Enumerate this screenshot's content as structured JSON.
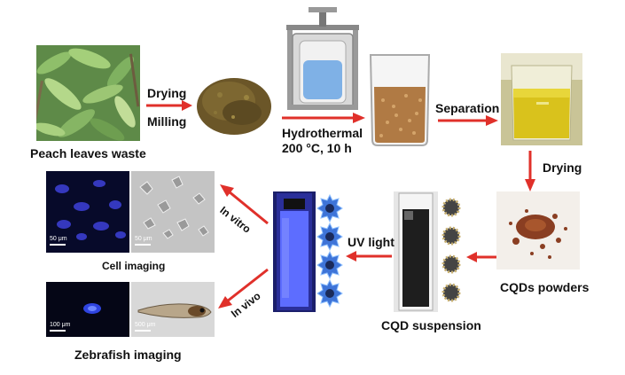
{
  "labels": {
    "peach_leaves": "Peach leaves waste",
    "drying1": "Drying",
    "milling": "Milling",
    "hydrothermal": "Hydrothermal",
    "conditions": "200 °C, 10 h",
    "separation": "Separation",
    "drying2": "Drying",
    "cqd_powders": "CQDs powders",
    "cqd_suspension": "CQD suspension",
    "uv_light": "UV light",
    "in_vitro": "In vitro",
    "in_vivo": "In vivo",
    "cell_imaging": "Cell imaging",
    "zebrafish_imaging": "Zebrafish imaging",
    "scale_50a": "50 μm",
    "scale_50b": "50 μm",
    "scale_100a": "100 μm",
    "scale_500": "500 μm"
  },
  "colors": {
    "arrow": "#e0302a",
    "uv_blue": "#4f5cff",
    "leaf_green": "#7aa55a",
    "powder_brown": "#7a4a20",
    "liquid_yellow": "#d8c020"
  }
}
